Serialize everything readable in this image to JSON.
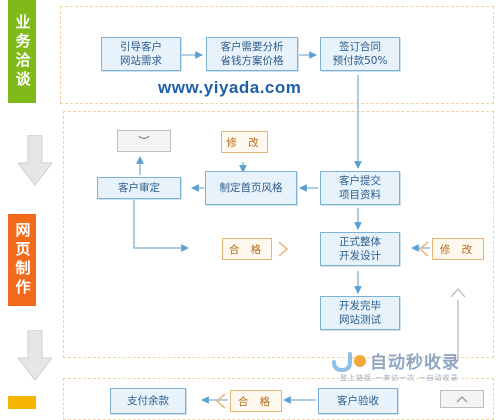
{
  "stages": {
    "business": "业务洽谈",
    "web": "网页制作",
    "delivery": ""
  },
  "url": "www.yiyada.com",
  "steps": {
    "guide": "引导客户\n网站需求",
    "analysis": "客户需要分析\n省钱方案价格",
    "contract": "签订合同\n预付款50%",
    "modify_top": "修 改",
    "smile": "︶",
    "customer_review": "客户审定",
    "homepage": "制定首页风格",
    "provide": "客户提交\n项目资料",
    "pass_mid": "合 格",
    "develop": "正式整体\n开发设计",
    "modify_right": "修 改",
    "test": "开发完毕\n网站测试",
    "pay": "支付余款",
    "pass_bottom": "合 格",
    "acceptance": "客户验收"
  },
  "watermark": {
    "title": "自动秒收录",
    "subtitle": "登上链接 一来访一次 一自动收录"
  },
  "colors": {
    "green": "#7fba1a",
    "orange": "#f26b1d",
    "yellow": "#f5b400",
    "box_border": "#7eb1d6",
    "box_fill": "#e8f2fb",
    "box_text": "#2c5d8a",
    "orange_border": "#e8b577"
  }
}
